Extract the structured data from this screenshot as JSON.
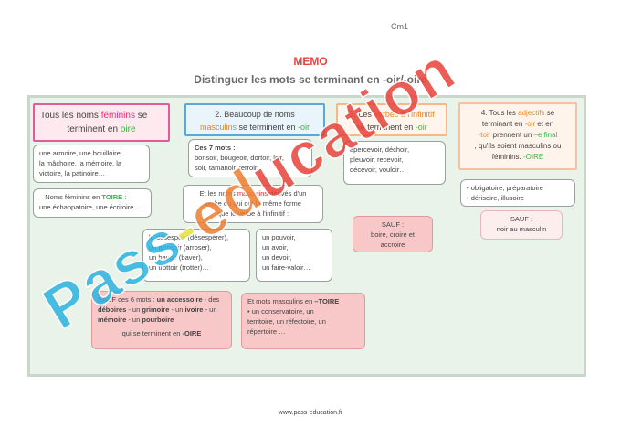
{
  "header": {
    "grade": "Cm1",
    "memo": "MEMO",
    "title": "Distinguer les mots se terminant en -oir/-oire"
  },
  "col1": {
    "head": {
      "a": "Tous les noms ",
      "b": "féminins",
      "c": " se",
      "d": "terminent",
      "e": " en ",
      "f": "oire"
    },
    "examples": [
      "une armoire, une bouilloire,",
      "la mâchoire, la mémoire, la",
      "victoire, la patinoire…"
    ],
    "exception": {
      "a": "– Noms féminins en ",
      "b": "TOIRE",
      "c": " :",
      "d": "une échappatoire, une écritoire…"
    }
  },
  "col2": {
    "head": {
      "a": "2. Beaucoup de noms",
      "b": "masculins",
      "c": " se terminent en ",
      "d": "-oir"
    },
    "examples": {
      "title": "Ces 7 mots :",
      "lines": [
        "bonsoir, bougeoir, dortoir, loir,",
        "soir, tamanoir, terroir."
      ]
    },
    "verb_rule": {
      "a": "Et les noms ",
      "b": "masculins",
      "c": " dérivés d'un",
      "d": "verbe ou qui ont la même forme",
      "e": "que le verbe à l'infinitif :"
    },
    "verb_examples_left": [
      "le désespoir (désespérer),",
      "un arrosoir (arroser),",
      "un bavoir (baver),",
      "un trottoir (trotter)…"
    ],
    "verb_examples_right": [
      "un pouvoir,",
      "un avoir,",
      "un devoir,",
      "un faire-valoir…"
    ],
    "exception": {
      "a": "SAUF ces 6 mots : ",
      "b": "un accessoire",
      "c": " - des",
      "d": "déboires",
      "e": " - un ",
      "f": "grimoire",
      "g": " - un ",
      "h": "ivoire",
      "i": " - un",
      "j": "mémoire",
      "k": " - un ",
      "l": "pourboire",
      "m": "qui se terminent en ",
      "n": "-OIRE"
    },
    "toire": {
      "a": "Et mots masculins en ",
      "b": "–TOIRE",
      "c": "• un conservatoire, un",
      "d": "territoire, un réfectoire, un",
      "e": "répertoire …"
    }
  },
  "col3": {
    "head": {
      "a": "3. Les ",
      "b": "verbes à l'infinitif",
      "c": "se terminent en ",
      "d": "-oir"
    },
    "examples": [
      "apercevoir, déchoir,",
      "pleuvoir, recevoir,",
      "décevoir, vouloir…"
    ],
    "exception": {
      "a": "SAUF :",
      "b": "boire, croire et",
      "c": "accroire"
    }
  },
  "col4": {
    "head": {
      "a": "4. Tous les ",
      "b": "adjectifs",
      "c": " se",
      "d": "terminant en ",
      "e": "-oir",
      "f": " et en",
      "g": "-toir",
      "h": " prennent un ",
      "i": "–e final",
      "j": ", qu'ils soient masculins ou",
      "k": "féminins. ",
      "l": "-OIRE"
    },
    "examples": [
      "• obligatoire, préparatoire",
      "• dérisoire, illusoire"
    ],
    "exception": {
      "a": "SAUF :",
      "b": "noir au masculin"
    }
  },
  "footer": {
    "url": "www.pass-education.fr"
  },
  "watermark": {
    "text": "Pass-education",
    "colors": [
      "#2bb3e0",
      "#2bb3e0",
      "#2bb3e0",
      "#2bb3e0",
      "#e5e13a",
      "#ed7d31",
      "#ed7d31",
      "#e8433a",
      "#e8433a",
      "#e8433a",
      "#e8433a",
      "#e8433a",
      "#e8433a",
      "#e8433a"
    ]
  }
}
